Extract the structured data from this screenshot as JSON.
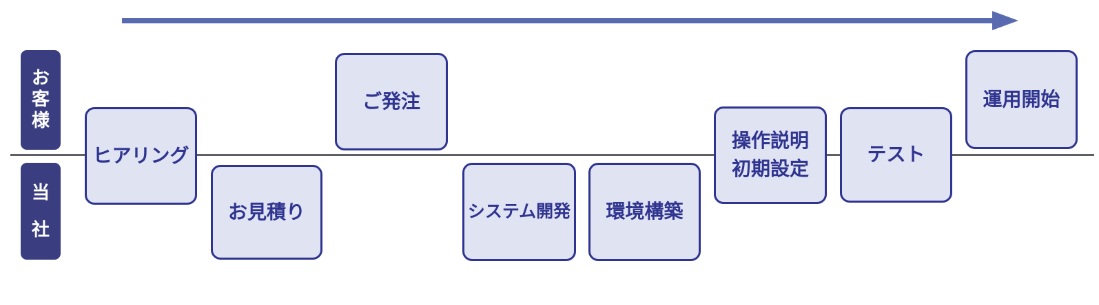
{
  "diagram": {
    "title": "",
    "lanes": [
      {
        "id": "customer",
        "label": "お客様"
      },
      {
        "id": "company",
        "label": "当社"
      }
    ],
    "arrow": {
      "direction": "right",
      "color": "#5a6ab0"
    },
    "steps": [
      {
        "label": "ヒアリング",
        "lane": "both"
      },
      {
        "label": "お見積り",
        "lane": "company"
      },
      {
        "label": "ご発注",
        "lane": "customer"
      },
      {
        "label": "システム開発",
        "lane": "company"
      },
      {
        "label": "環境構築",
        "lane": "company"
      },
      {
        "label": "操作説明\n初期設定",
        "lane": "both"
      },
      {
        "label": "テスト",
        "lane": "both"
      },
      {
        "label": "運用開始",
        "lane": "customer"
      }
    ],
    "colors": {
      "lane_label_bg": "#3a3e80",
      "lane_label_text": "#ffffff",
      "step_fill": "#e0e3f2",
      "step_border": "#2f3490",
      "step_text": "#2f3490",
      "baseline": "#5f6066",
      "arrow": "#5a6ab0"
    }
  }
}
